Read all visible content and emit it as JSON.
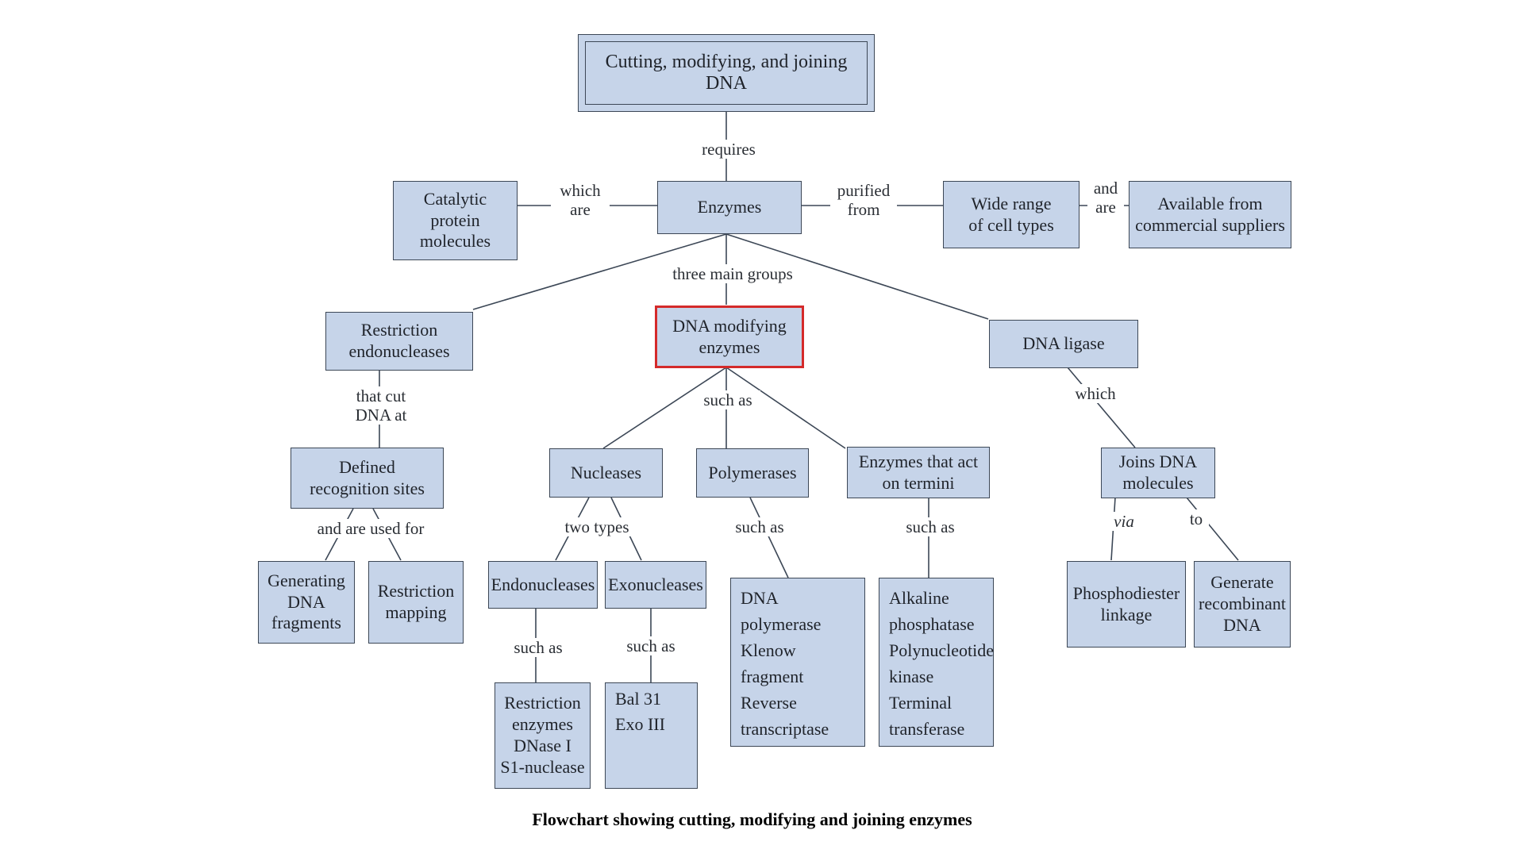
{
  "diagram": {
    "root": "Cutting, modifying, and joining DNA",
    "nodes": {
      "enzymes": "Enzymes",
      "catalytic": "Catalytic\nprotein\nmolecules",
      "wide_range": "Wide range\nof cell types",
      "available": "Available from\ncommercial suppliers",
      "restriction_endonucleases": "Restriction\nendonucleases",
      "dna_modifying": "DNA modifying\nenzymes",
      "dna_ligase": "DNA ligase",
      "defined_sites": "Defined\nrecognition sites",
      "generating": "Generating\nDNA\nfragments",
      "restriction_mapping": "Restriction\nmapping",
      "nucleases": "Nucleases",
      "polymerases": "Polymerases",
      "termini": "Enzymes that act\non termini",
      "endonucleases": "Endonucleases",
      "exonucleases": "Exonucleases",
      "endo_examples": "Restriction\nenzymes\nDNase I\nS1-nuclease",
      "exo_examples": "Bal 31\nExo III",
      "polymerase_examples": "DNA polymerase\nKlenow fragment\nReverse\n   transcriptase",
      "termini_examples": "Alkaline\n   phosphatase\nPolynucleotide\n   kinase\nTerminal\n   transferase",
      "joins": "Joins DNA\nmolecules",
      "phosphodiester": "Phosphodiester\nlinkage",
      "recombinant": "Generate\nrecombinant\nDNA"
    },
    "labels": {
      "requires": "requires",
      "which_are": "which\nare",
      "purified_from": "purified\nfrom",
      "and_are": "and\nare",
      "three_main_groups": "three main groups",
      "that_cut": "that cut\nDNA at",
      "such_as_modifying": "such as",
      "which_ligase": "which",
      "and_are_used_for": "and are used for",
      "two_types": "two types",
      "such_as_polymerases": "such as",
      "such_as_termini": "such as",
      "via": "via",
      "to": "to",
      "such_as_endo": "such as",
      "such_as_exo": "such as"
    }
  },
  "caption": "Flowchart showing cutting, modifying and joining enzymes"
}
